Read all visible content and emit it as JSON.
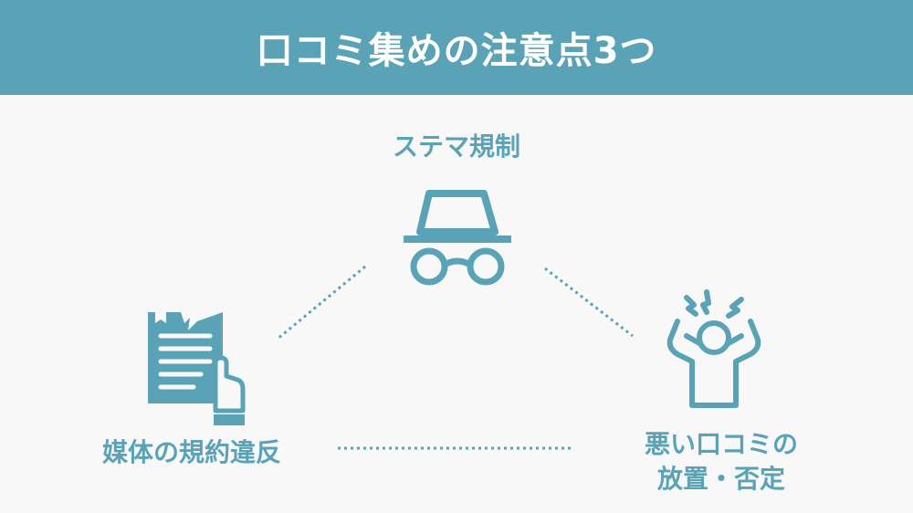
{
  "header": {
    "title": "口コミ集めの注意点3つ",
    "color": "#5aa3b6"
  },
  "points": [
    {
      "label": "ステマ規制",
      "icon": "incognito-hat-glasses-icon"
    },
    {
      "label": "媒体の規約違反",
      "icon": "torn-contract-hand-icon"
    },
    {
      "label_line1": "悪い口コミの",
      "label_line2": "放置・否定",
      "icon": "stressed-person-icon"
    }
  ],
  "accent_color": "#5aa3b6",
  "background_color": "#f8f8f8"
}
